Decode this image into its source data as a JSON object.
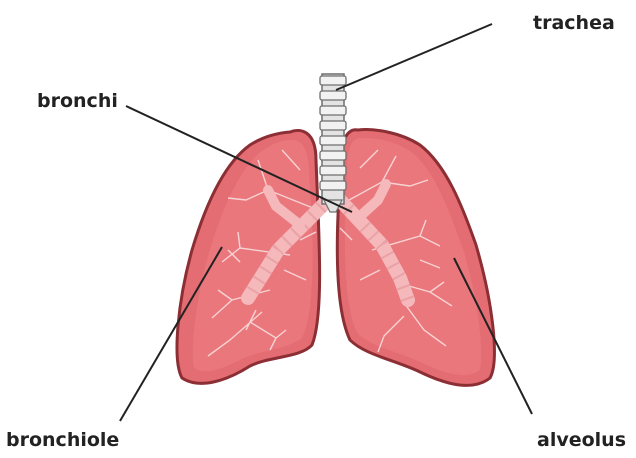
{
  "labels": {
    "trachea": "trachea",
    "bronchi": "bronchi",
    "bronchiole": "bronchiole",
    "alveolus": "alveolus"
  },
  "colors": {
    "lung_fill": "#e36d72",
    "lung_edge": "#8c2f35",
    "lung_inner": "#f2a3a6",
    "vessel": "#f7d3d4",
    "bronchi_tube": "#f5b8bb",
    "trachea_fill": "#e3e3e3",
    "trachea_edge": "#6f6f6f",
    "leader_line": "#222222"
  }
}
